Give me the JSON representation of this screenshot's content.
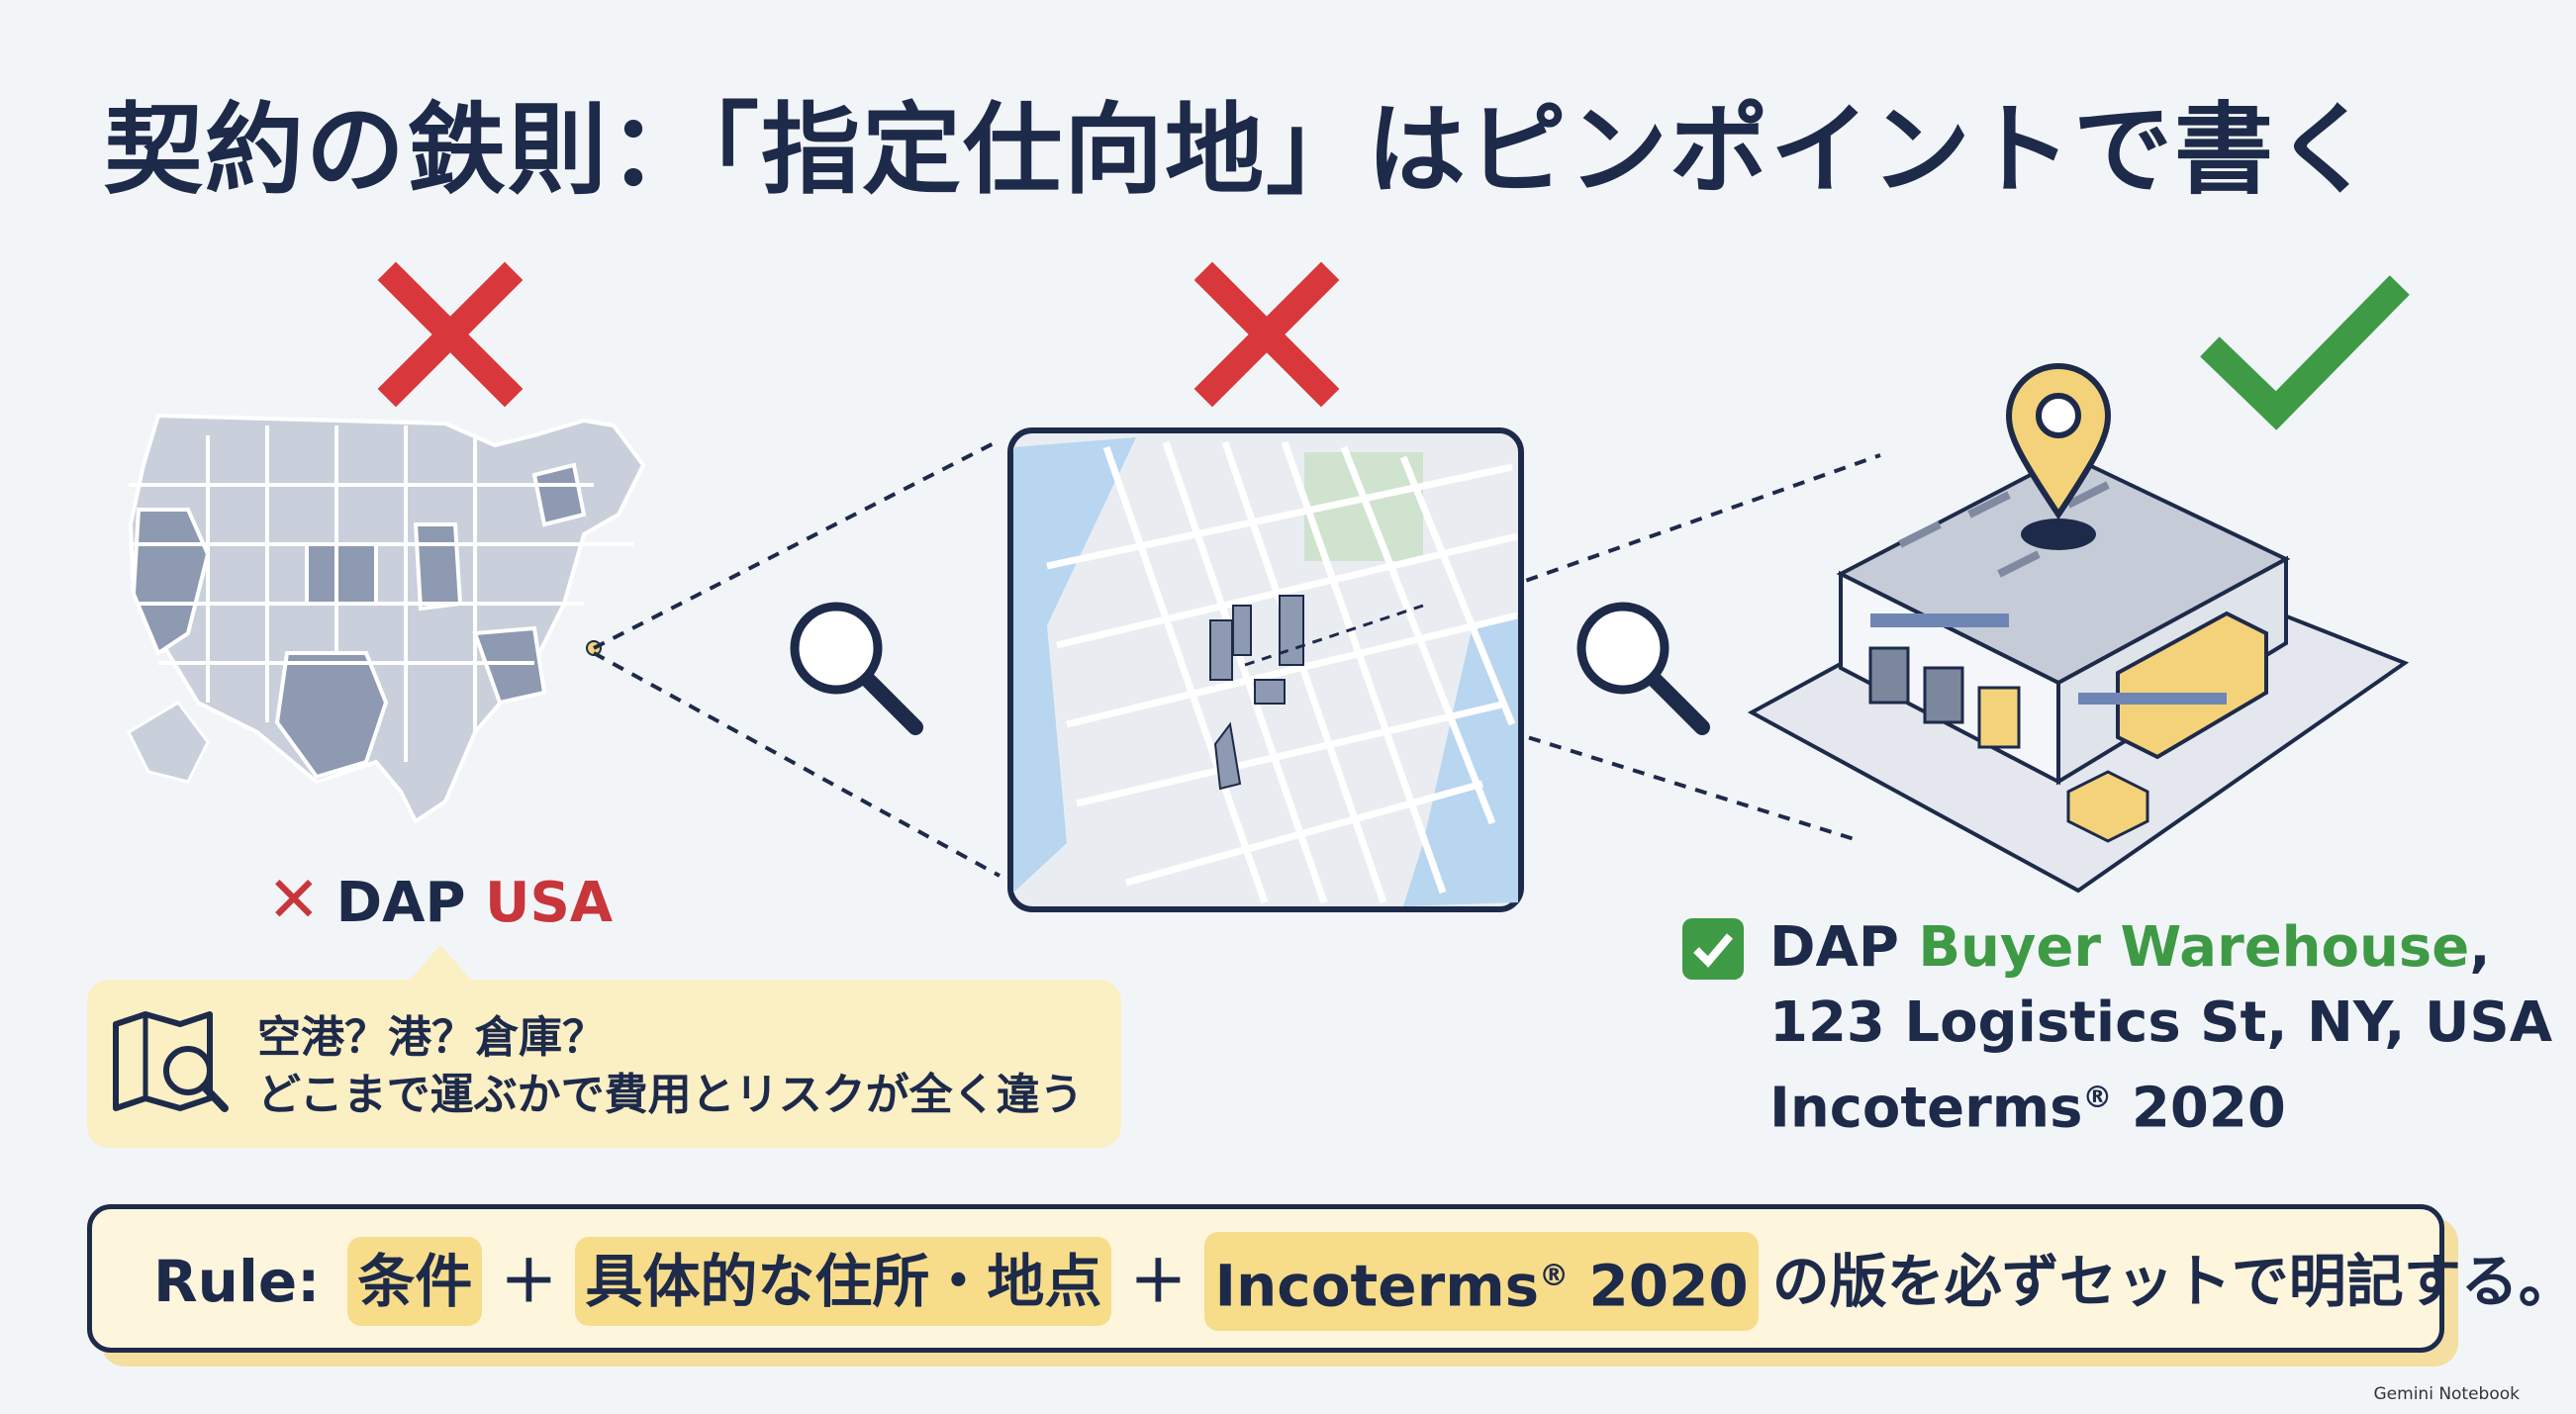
{
  "title": "契約の鉄則：「指定仕向地」はピンポイントで書く",
  "wrong_example": {
    "prefix": "DAP",
    "emphasis": "USA",
    "callout_line1": "空港？港？倉庫？",
    "callout_line2": "どこまで運ぶかで費用とリスクが全く違う"
  },
  "right_example": {
    "prefix": "DAP",
    "emphasis": "Buyer Warehouse",
    "suffix": ",",
    "line2": "123 Logistics St, NY, USA",
    "line3_main": "Incoterms",
    "line3_reg": "®",
    "line3_year": " 2020"
  },
  "rule": {
    "lead": "Rule:",
    "part1": "条件",
    "plus1": "＋",
    "part2": "具体的な住所・地点",
    "plus2": "＋",
    "part3_main": "Incoterms",
    "part3_reg": "®",
    "part3_year": " 2020",
    "tail": "の版を必ずセットで明記する。"
  },
  "footer": "Gemini Notebook",
  "colors": {
    "navy": "#1d2a4a",
    "red": "#d8383b",
    "green": "#3e9a45",
    "highlight": "#f7dd8a",
    "pin": "#f4d27a"
  },
  "icons": [
    "cross-mark-icon",
    "check-mark-icon",
    "magnifier-icon",
    "map-search-icon",
    "location-pin-icon"
  ]
}
